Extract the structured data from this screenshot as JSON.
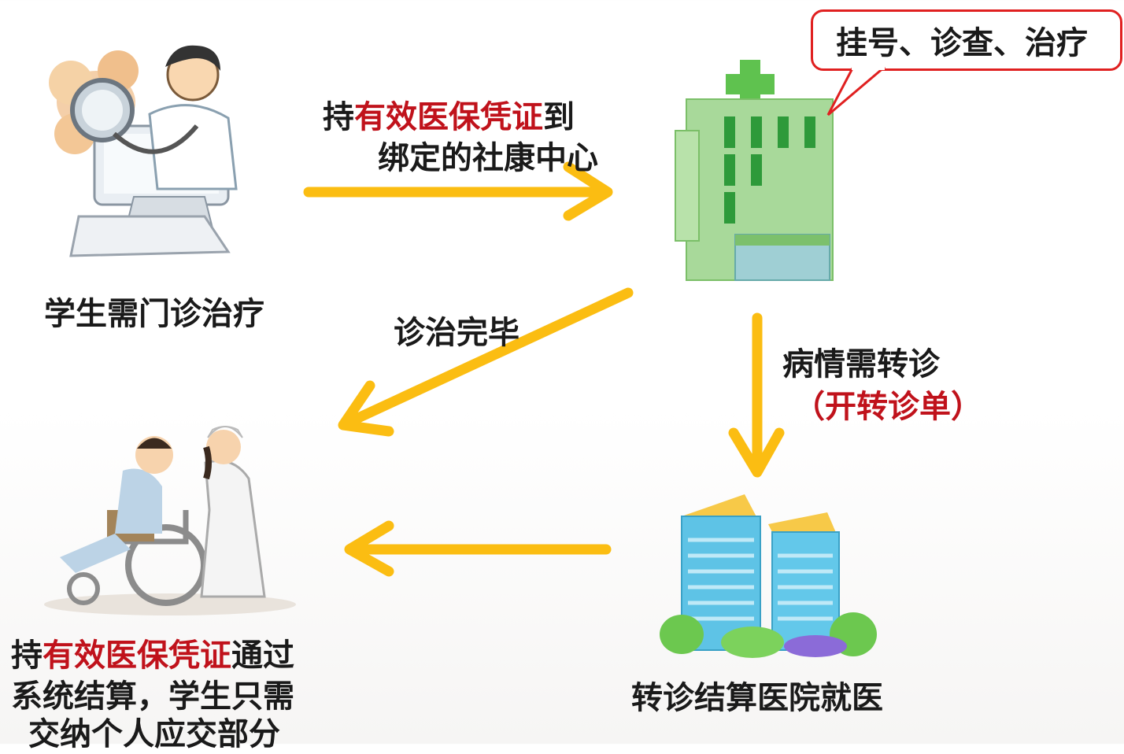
{
  "steps": {
    "student_needs_clinic": "学生需门诊治疗",
    "go_to_center_line1_prefix": "持",
    "go_to_center_line1_highlight": "有效医保凭证",
    "go_to_center_line1_suffix": "到",
    "go_to_center_line2": "绑定的社康中心",
    "bubble_text": "挂号、诊查、治疗",
    "treatment_done": "诊治完毕",
    "referral_line1": "病情需转诊",
    "referral_line2_open": "（",
    "referral_line2_highlight": "开转诊单",
    "referral_line2_close": "）",
    "referral_hospital": "转诊结算医院就医",
    "settle_line1_prefix": "持",
    "settle_line1_highlight": "有效医保凭证",
    "settle_line1_suffix": "通过",
    "settle_line2": "系统结算，学生只需",
    "settle_line3": "交纳个人应交部分"
  },
  "colors": {
    "arrow": "#fbbd12",
    "highlight": "#c0121b",
    "bubble_border": "#e02020"
  },
  "icons": [
    "doctor-computer-icon",
    "community-clinic-icon",
    "hospital-towers-icon",
    "nurse-wheelchair-icon"
  ]
}
